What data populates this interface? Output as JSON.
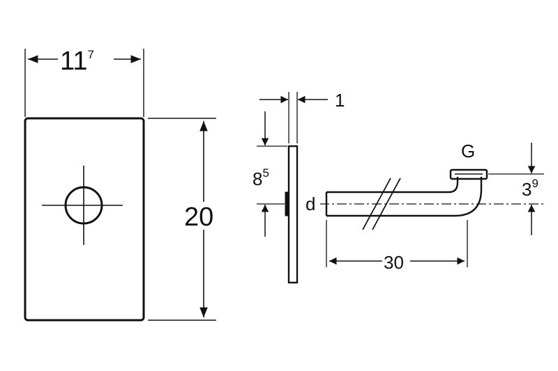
{
  "colors": {
    "line": "#111111",
    "background": "#ffffff"
  },
  "front_view": {
    "width_label": {
      "main": "11",
      "sup": "7"
    },
    "height_label": "20"
  },
  "side_view": {
    "plate_thickness_label": "1",
    "height_label": {
      "main": "8",
      "sup": "5"
    },
    "diameter_label": "d",
    "thread_label": "G",
    "offset_label": {
      "main": "3",
      "sup": "9"
    },
    "length_label": "30"
  }
}
